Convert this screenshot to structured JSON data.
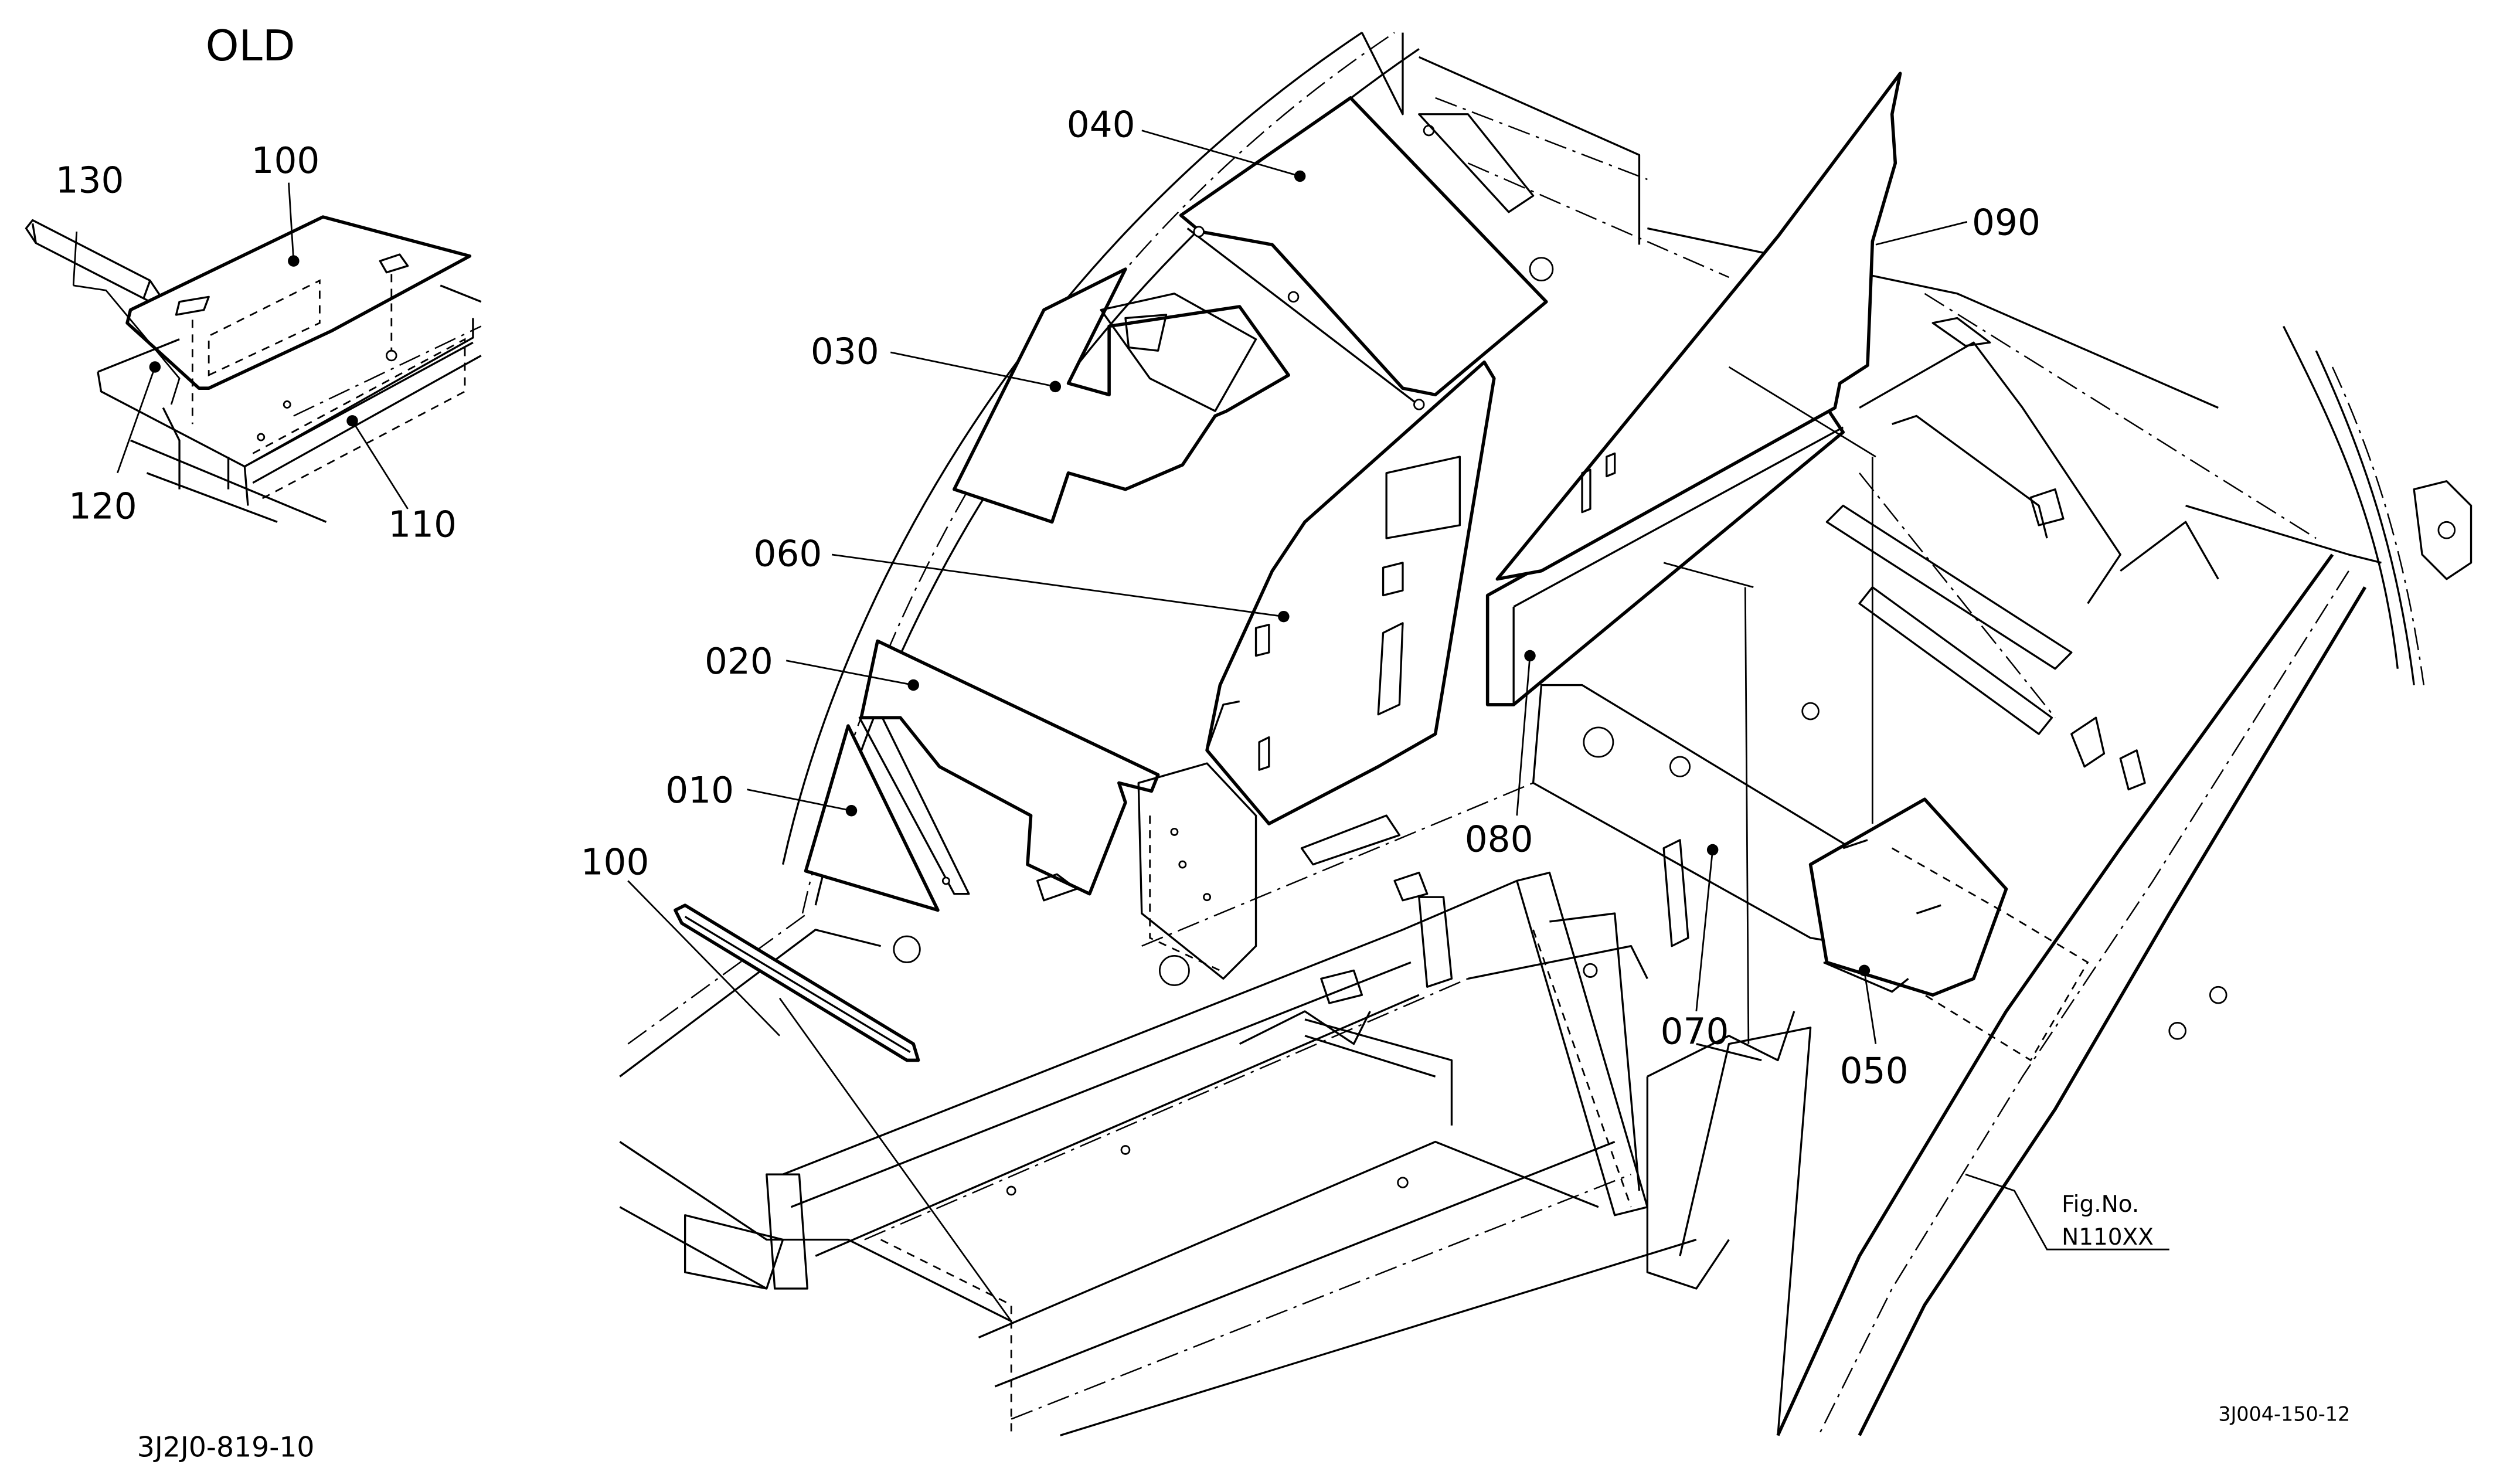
{
  "inset": {
    "title": "OLD",
    "callouts": [
      {
        "id": "130",
        "label": "130"
      },
      {
        "id": "100",
        "label": "100"
      },
      {
        "id": "120",
        "label": "120"
      },
      {
        "id": "110",
        "label": "110"
      }
    ]
  },
  "main": {
    "callouts": [
      {
        "id": "010",
        "label": "010"
      },
      {
        "id": "020",
        "label": "020"
      },
      {
        "id": "030",
        "label": "030"
      },
      {
        "id": "040",
        "label": "040"
      },
      {
        "id": "050",
        "label": "050"
      },
      {
        "id": "060",
        "label": "060"
      },
      {
        "id": "070",
        "label": "070"
      },
      {
        "id": "080",
        "label": "080"
      },
      {
        "id": "090",
        "label": "090"
      },
      {
        "id": "100",
        "label": "100"
      }
    ]
  },
  "figure_ref": {
    "line1": "Fig.No.",
    "line2": "N110XX"
  },
  "codes": {
    "left": "3J2J0-819-10",
    "right": "3J004-150-12"
  }
}
